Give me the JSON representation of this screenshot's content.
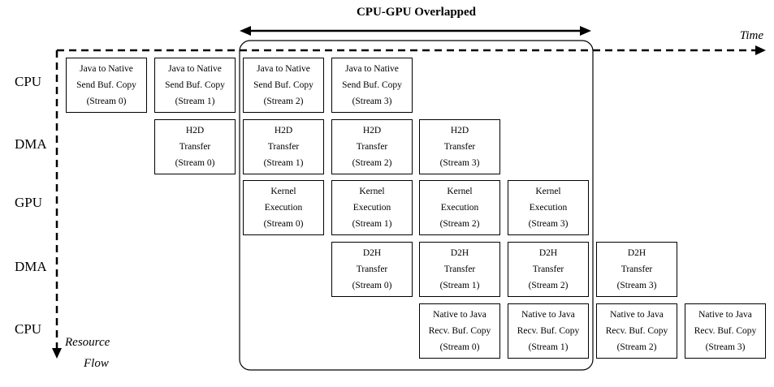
{
  "overlap_title": "CPU-GPU Overlapped",
  "axis": {
    "time_label": "Time",
    "resource_label_line1": "Resource",
    "resource_label_line2": "Flow"
  },
  "rows": [
    "CPU",
    "DMA",
    "GPU",
    "DMA",
    "CPU"
  ],
  "blocks": [
    {
      "row": 0,
      "col": 0,
      "lines": [
        "Java to Native",
        "Send Buf. Copy",
        "(Stream 0)"
      ]
    },
    {
      "row": 0,
      "col": 1,
      "lines": [
        "Java to Native",
        "Send Buf. Copy",
        "(Stream 1)"
      ]
    },
    {
      "row": 0,
      "col": 2,
      "lines": [
        "Java to Native",
        "Send Buf. Copy",
        "(Stream 2)"
      ]
    },
    {
      "row": 0,
      "col": 3,
      "lines": [
        "Java to Native",
        "Send Buf. Copy",
        "(Stream 3)"
      ]
    },
    {
      "row": 1,
      "col": 1,
      "lines": [
        "H2D",
        "Transfer",
        "(Stream 0)"
      ]
    },
    {
      "row": 1,
      "col": 2,
      "lines": [
        "H2D",
        "Transfer",
        "(Stream 1)"
      ]
    },
    {
      "row": 1,
      "col": 3,
      "lines": [
        "H2D",
        "Transfer",
        "(Stream 2)"
      ]
    },
    {
      "row": 1,
      "col": 4,
      "lines": [
        "H2D",
        "Transfer",
        "(Stream 3)"
      ]
    },
    {
      "row": 2,
      "col": 2,
      "lines": [
        "Kernel",
        "Execution",
        "(Stream 0)"
      ]
    },
    {
      "row": 2,
      "col": 3,
      "lines": [
        "Kernel",
        "Execution",
        "(Stream 1)"
      ]
    },
    {
      "row": 2,
      "col": 4,
      "lines": [
        "Kernel",
        "Execution",
        "(Stream 2)"
      ]
    },
    {
      "row": 2,
      "col": 5,
      "lines": [
        "Kernel",
        "Execution",
        "(Stream 3)"
      ]
    },
    {
      "row": 3,
      "col": 3,
      "lines": [
        "D2H",
        "Transfer",
        "(Stream 0)"
      ]
    },
    {
      "row": 3,
      "col": 4,
      "lines": [
        "D2H",
        "Transfer",
        "(Stream 1)"
      ]
    },
    {
      "row": 3,
      "col": 5,
      "lines": [
        "D2H",
        "Transfer",
        "(Stream 2)"
      ]
    },
    {
      "row": 3,
      "col": 6,
      "lines": [
        "D2H",
        "Transfer",
        "(Stream 3)"
      ]
    },
    {
      "row": 4,
      "col": 4,
      "lines": [
        "Native to Java",
        "Recv. Buf. Copy",
        "(Stream 0)"
      ]
    },
    {
      "row": 4,
      "col": 5,
      "lines": [
        "Native to Java",
        "Recv. Buf. Copy",
        "(Stream 1)"
      ]
    },
    {
      "row": 4,
      "col": 6,
      "lines": [
        "Native to Java",
        "Recv. Buf. Copy",
        "(Stream 2)"
      ]
    },
    {
      "row": 4,
      "col": 7,
      "lines": [
        "Native to Java",
        "Recv. Buf. Copy",
        "(Stream 3)"
      ]
    }
  ]
}
